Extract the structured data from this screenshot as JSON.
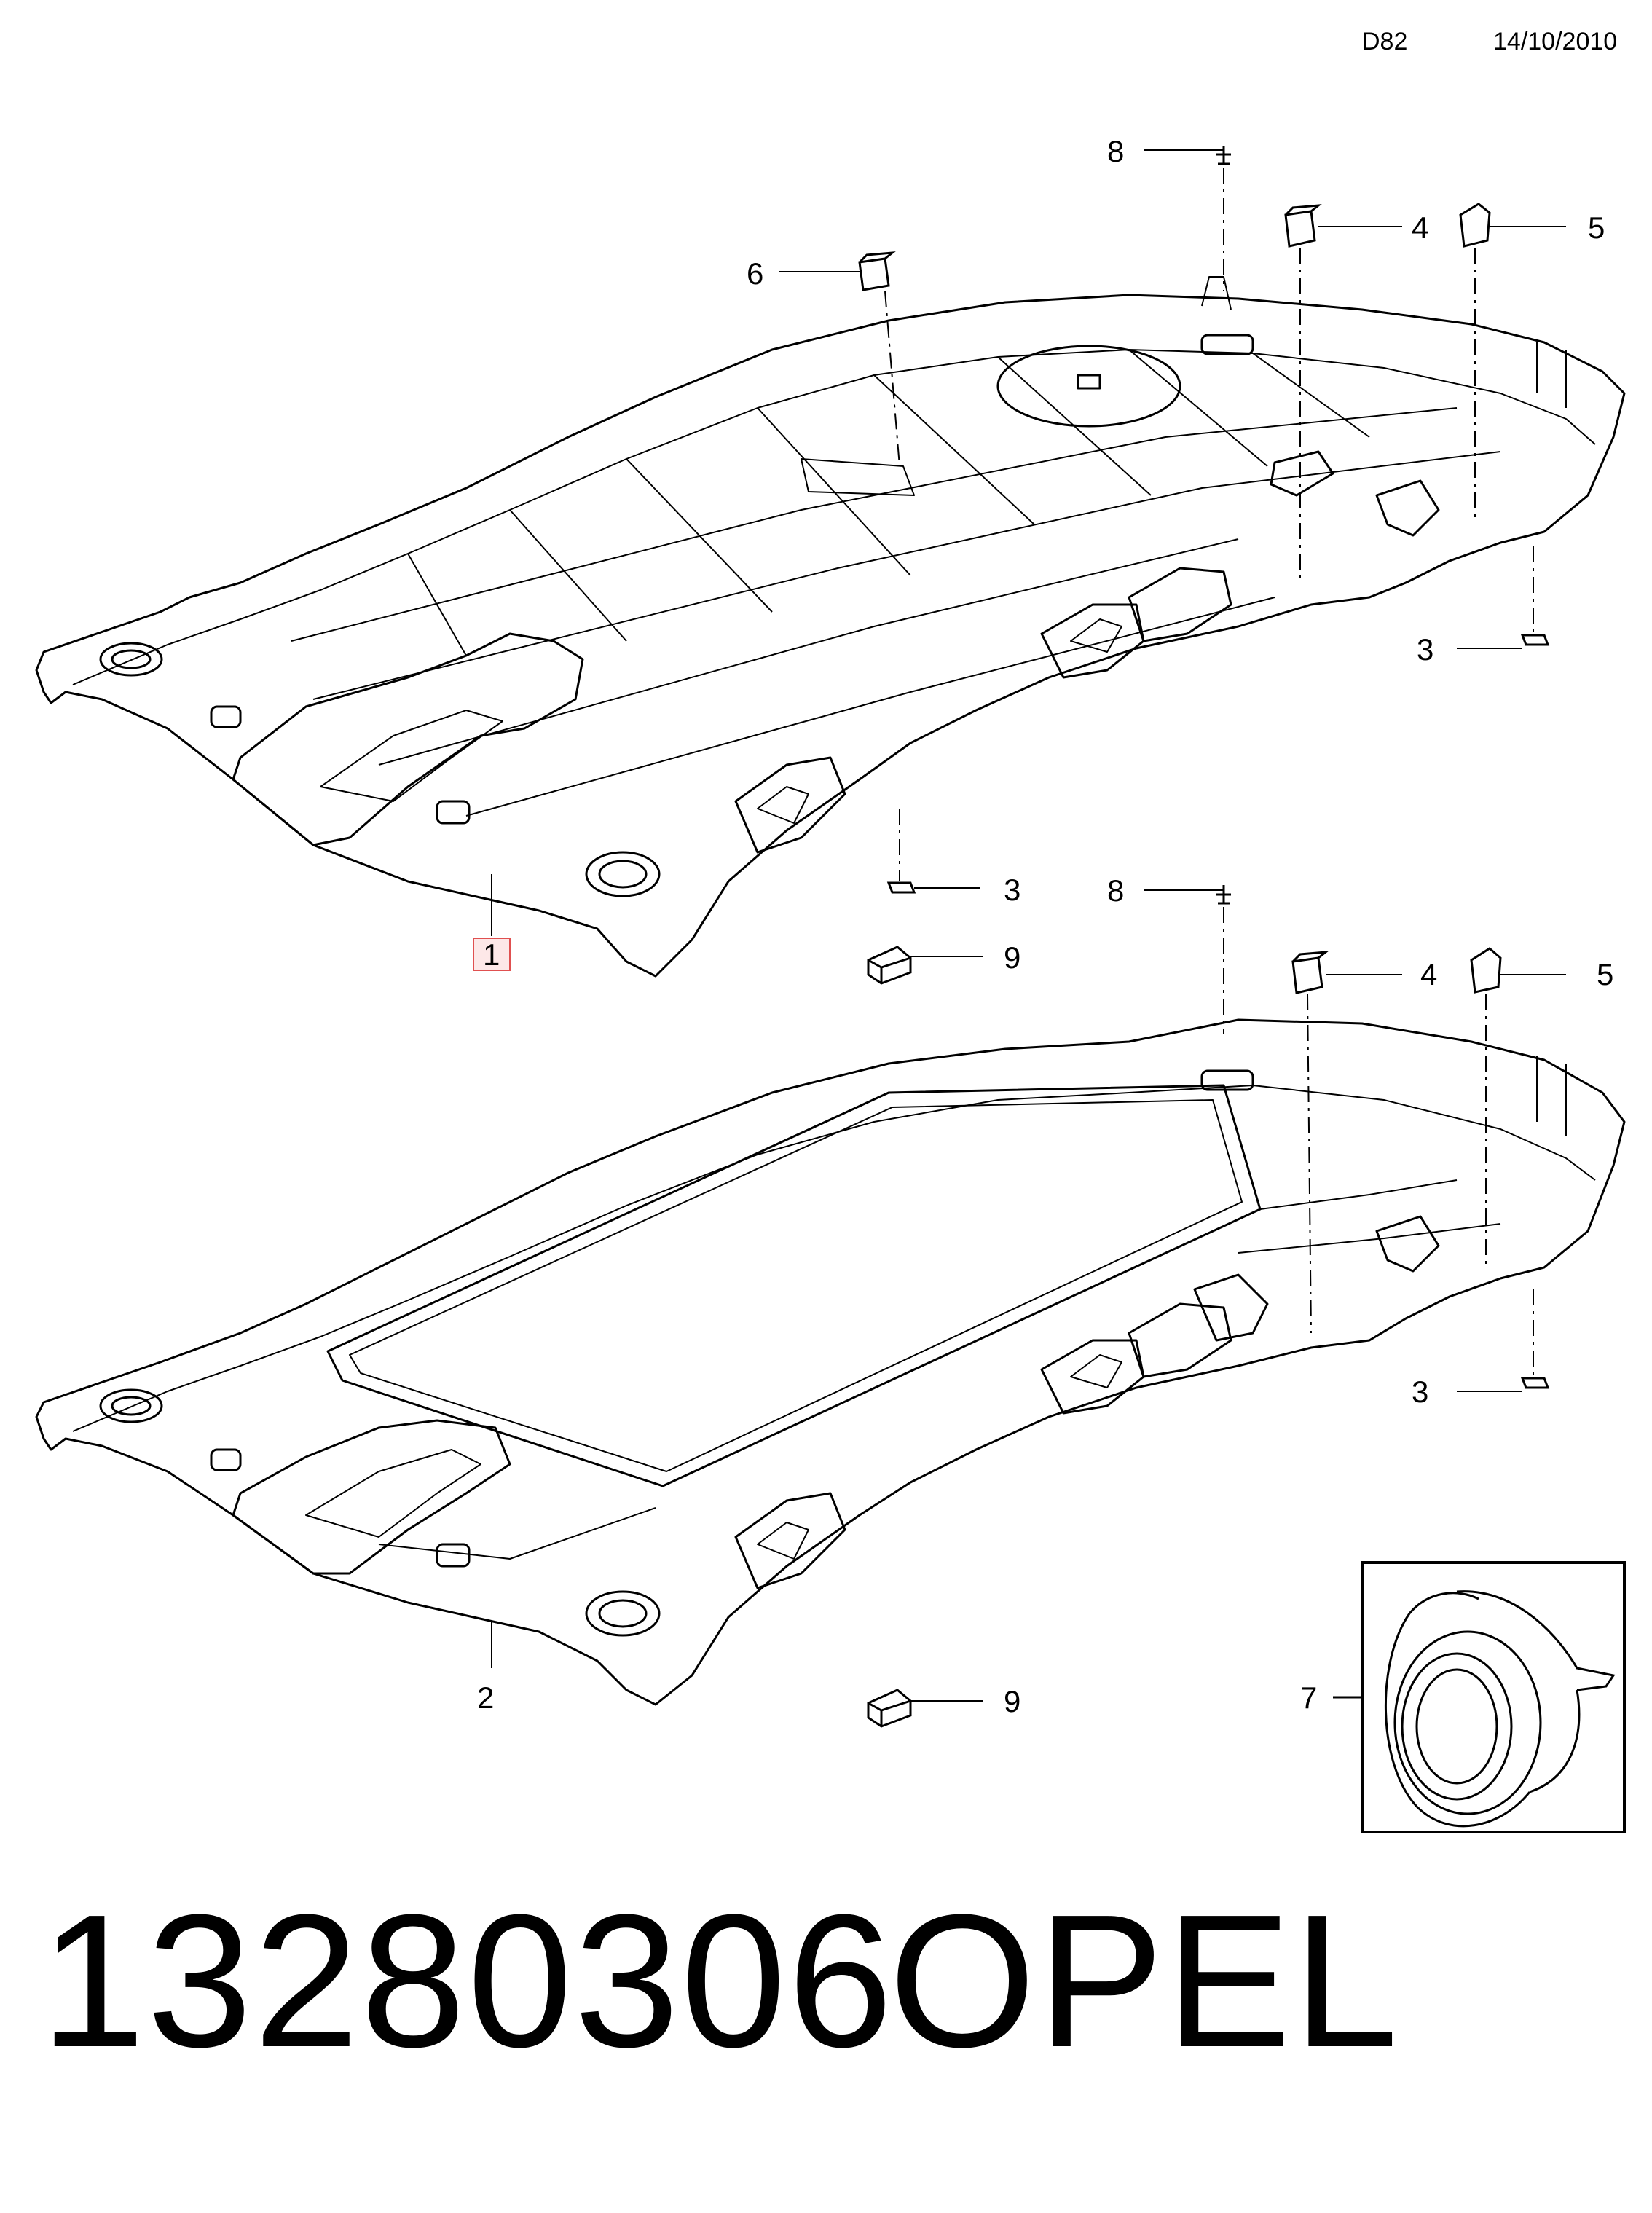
{
  "header": {
    "code": "D82",
    "date": "14/10/2010"
  },
  "callouts": {
    "c1": "1",
    "c2": "2",
    "c3a": "3",
    "c3b": "3",
    "c3c": "3",
    "c4a": "4",
    "c4b": "4",
    "c5a": "5",
    "c5b": "5",
    "c6": "6",
    "c7": "7",
    "c8a": "8",
    "c8b": "8",
    "c9a": "9",
    "c9b": "9"
  },
  "footer": {
    "part_number": "13280306",
    "brand": "OPEL"
  },
  "colors": {
    "line": "#000000",
    "highlight_border": "#e05050",
    "highlight_fill": "#fde8e8"
  }
}
